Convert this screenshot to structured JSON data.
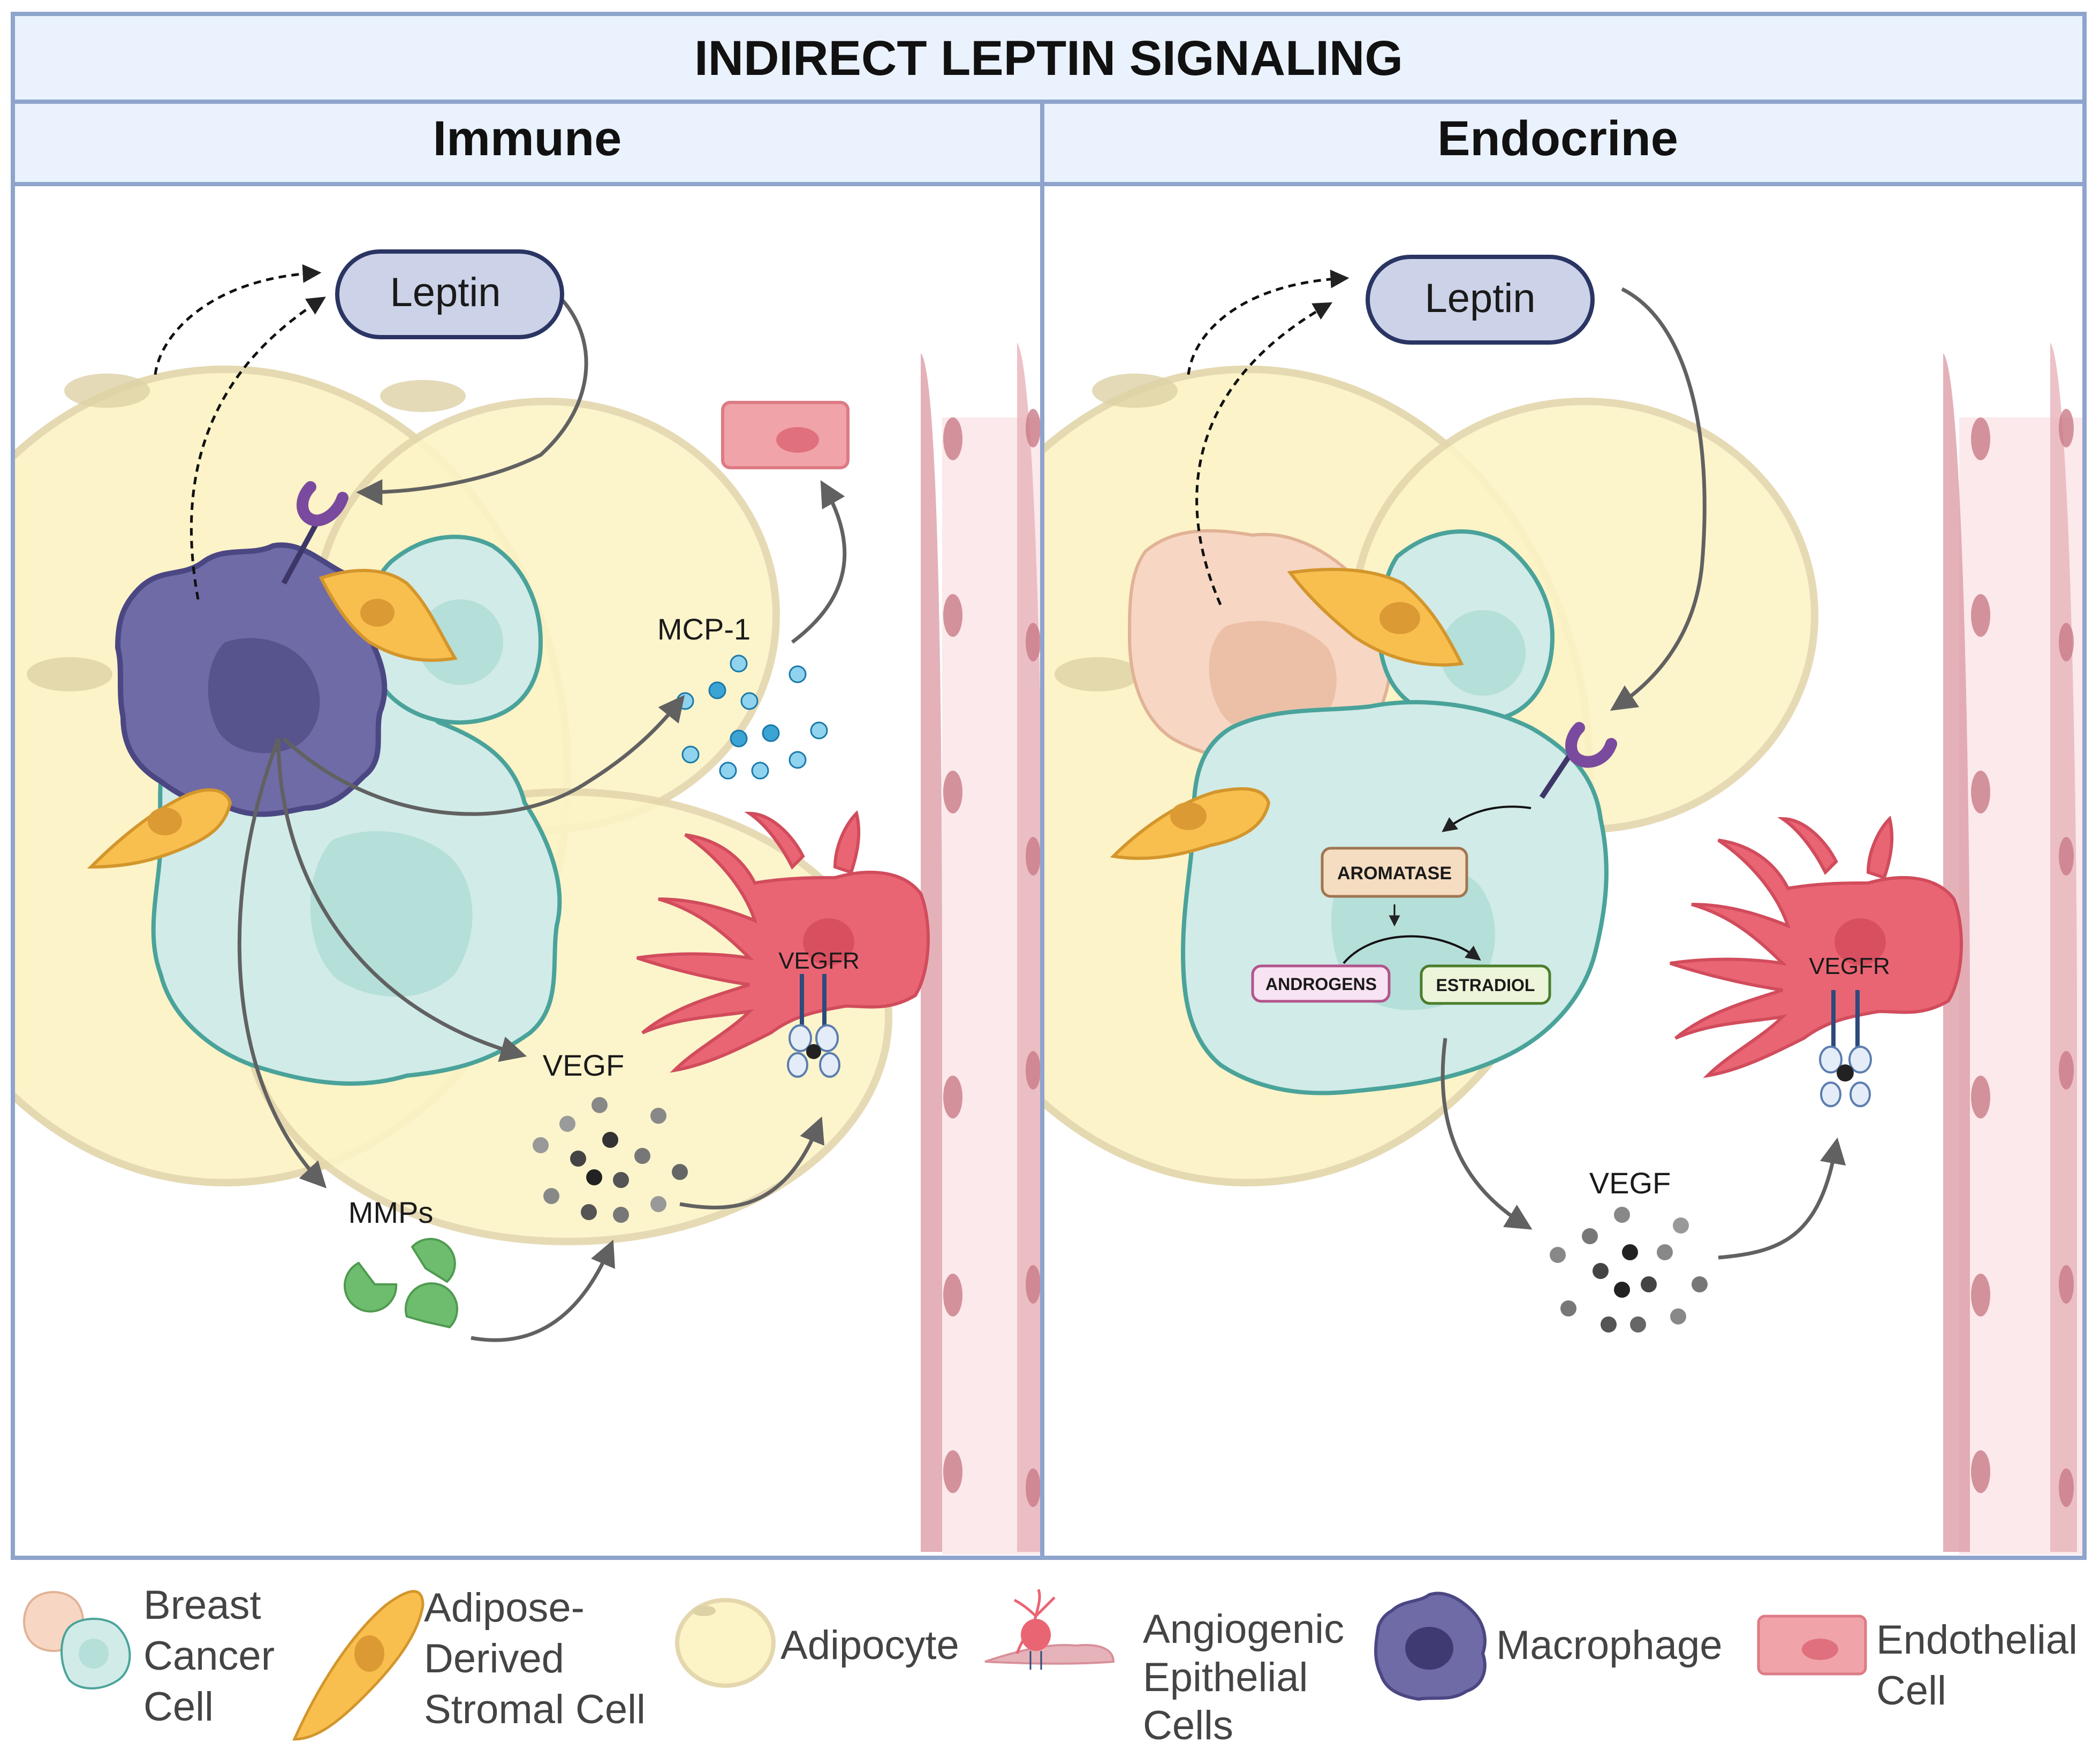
{
  "title": "INDIRECT LEPTIN SIGNALING",
  "panels": {
    "immune": {
      "header": "Immune",
      "leptin": "Leptin",
      "mcp1": "MCP-1",
      "vegf": "VEGF",
      "vegfr": "VEGFR",
      "mmps": "MMPs"
    },
    "endocrine": {
      "header": "Endocrine",
      "leptin": "Leptin",
      "aromatase": "AROMATASE",
      "androgens": "ANDROGENS",
      "estradiol": "ESTRADIOL",
      "vegf": "VEGF",
      "vegfr": "VEGFR"
    }
  },
  "legend": {
    "breast_cancer": [
      "Breast",
      "Cancer",
      "Cell"
    ],
    "stromal": [
      "Adipose-",
      "Derived",
      "Stromal Cell"
    ],
    "adipocyte": "Adipocyte",
    "angiogenic": [
      "Angiogenic",
      "Epithelial",
      "Cells"
    ],
    "macrophage": "Macrophage",
    "endothelial": [
      "Endothelial",
      "Cell"
    ]
  },
  "colors": {
    "frame": "#8fa4cc",
    "header_bg": "#eaf2fd",
    "adipocyte": "#fcf3c6",
    "cancer_teal": "#d1ebe8",
    "cancer_teal_edge": "#4aa39a",
    "cancer_peach": "#f7d6c3",
    "macrophage": "#6f6ba6",
    "stromal": "#f8bf4f",
    "angiogenic": "#ea6574",
    "vessel": "#d8909b",
    "leptin_pill": "#ccd2e8",
    "mcp1_dot": "#3ba4d5",
    "vegf_dot": "#4a4a4a",
    "mmp": "#6ebc6e"
  }
}
